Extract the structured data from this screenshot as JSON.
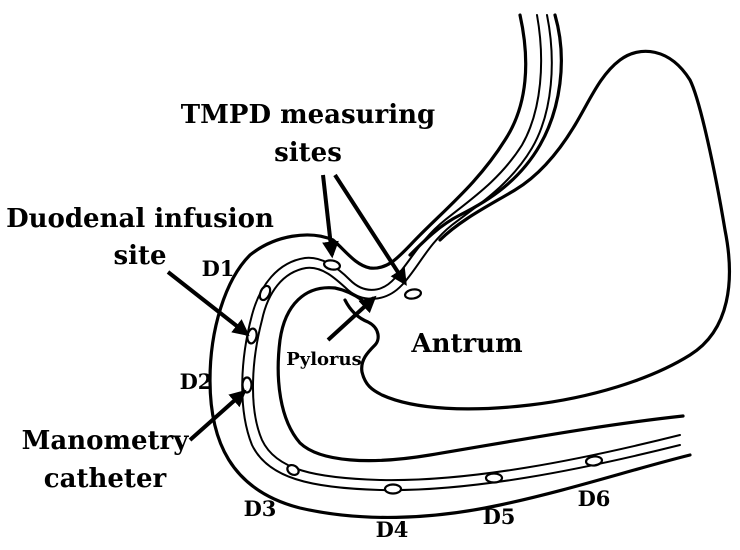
{
  "diagram": {
    "labels": {
      "tmpd_line1": "TMPD measuring",
      "tmpd_line2": "sites",
      "infusion_line1": "Duodenal infusion",
      "infusion_line2": "site",
      "manometry_line1": "Manometry",
      "manometry_line2": "catheter",
      "antrum": "Antrum",
      "pylorus": "Pylorus",
      "d1": "D1",
      "d2": "D2",
      "d3": "D3",
      "d4": "D4",
      "d5": "D5",
      "d6": "D6"
    }
  }
}
